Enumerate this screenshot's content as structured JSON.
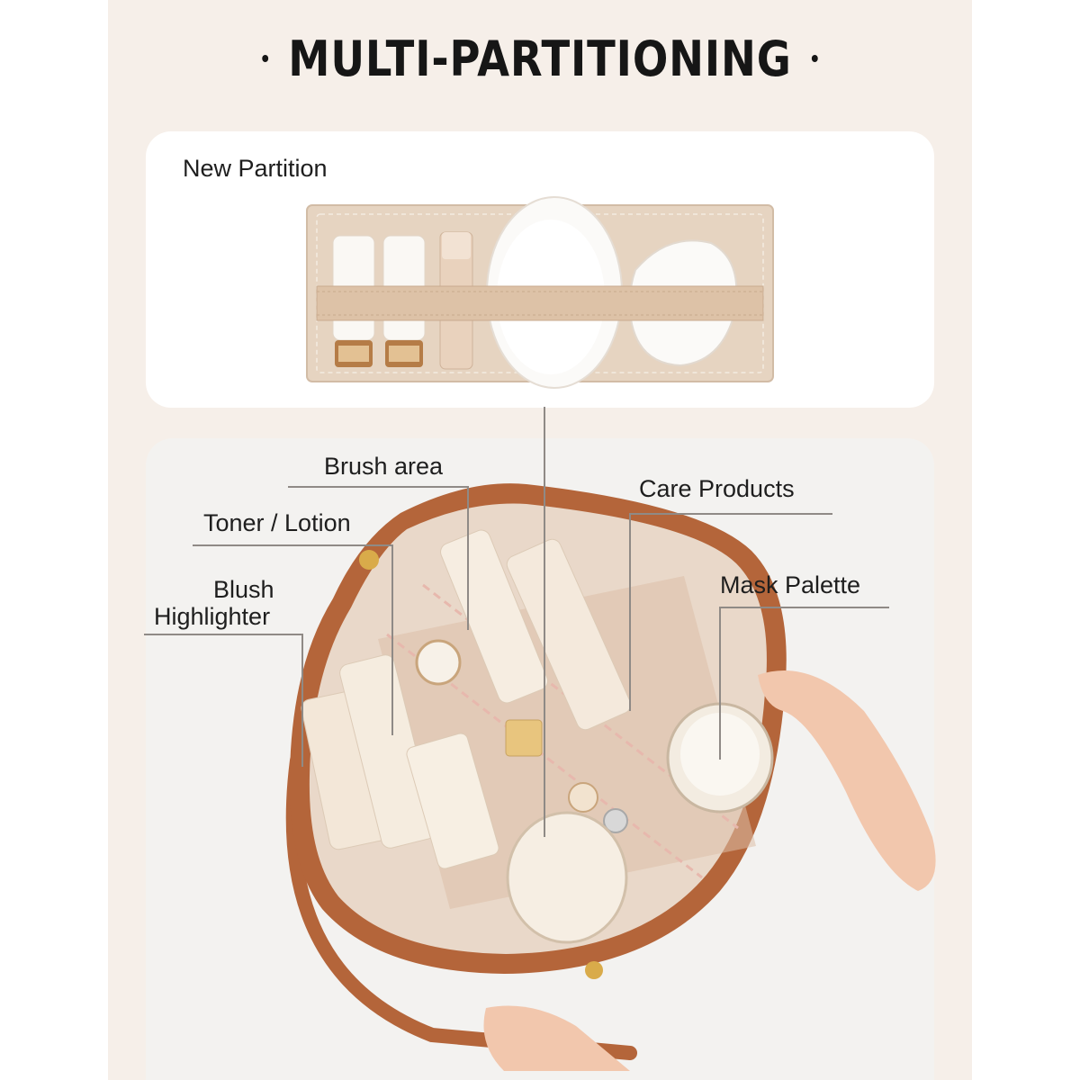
{
  "headline": {
    "title": "MULTI-PARTITIONING"
  },
  "labels": {
    "new_partition": "New Partition",
    "brush_area": "Brush area",
    "care_products": "Care Products",
    "toner_lotion": "Toner / Lotion",
    "mask_palette": "Mask Palette",
    "blush": "Blush",
    "highlighter": "Highlighter"
  },
  "colors": {
    "page_background": "#f6efe9",
    "card_background": "#ffffff",
    "bag_leather": "#b4653a",
    "bag_lining": "#e9d8c9",
    "insert_beige": "#e6d4c1",
    "title_text": "#161616",
    "leader_line": "#8f8a86"
  }
}
